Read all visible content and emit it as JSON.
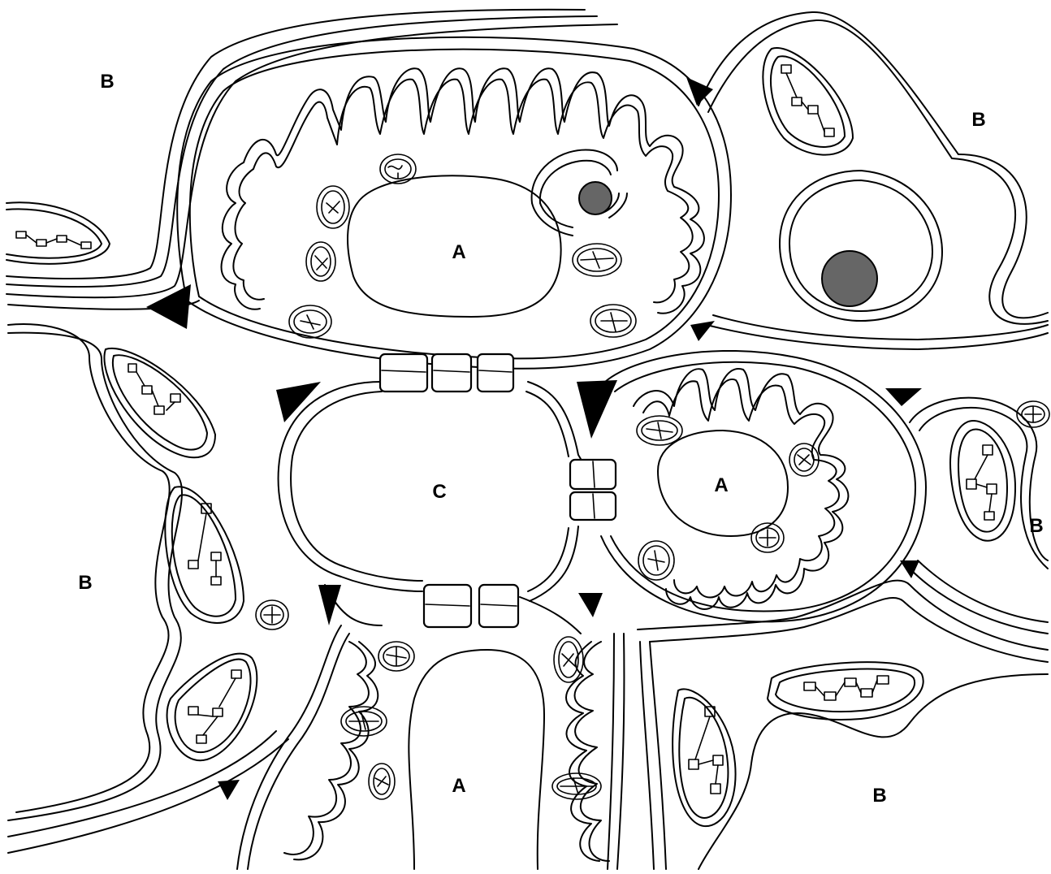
{
  "colors": {
    "line": "#000000",
    "background": "#ffffff",
    "nucleolus": "#666666"
  },
  "labels": {
    "a_top": "A",
    "a_right": "A",
    "a_bottom": "A",
    "b_top_left": "B",
    "b_top_right": "B",
    "b_right": "B",
    "b_left": "B",
    "b_bottom_right": "B",
    "c_center": "C"
  }
}
